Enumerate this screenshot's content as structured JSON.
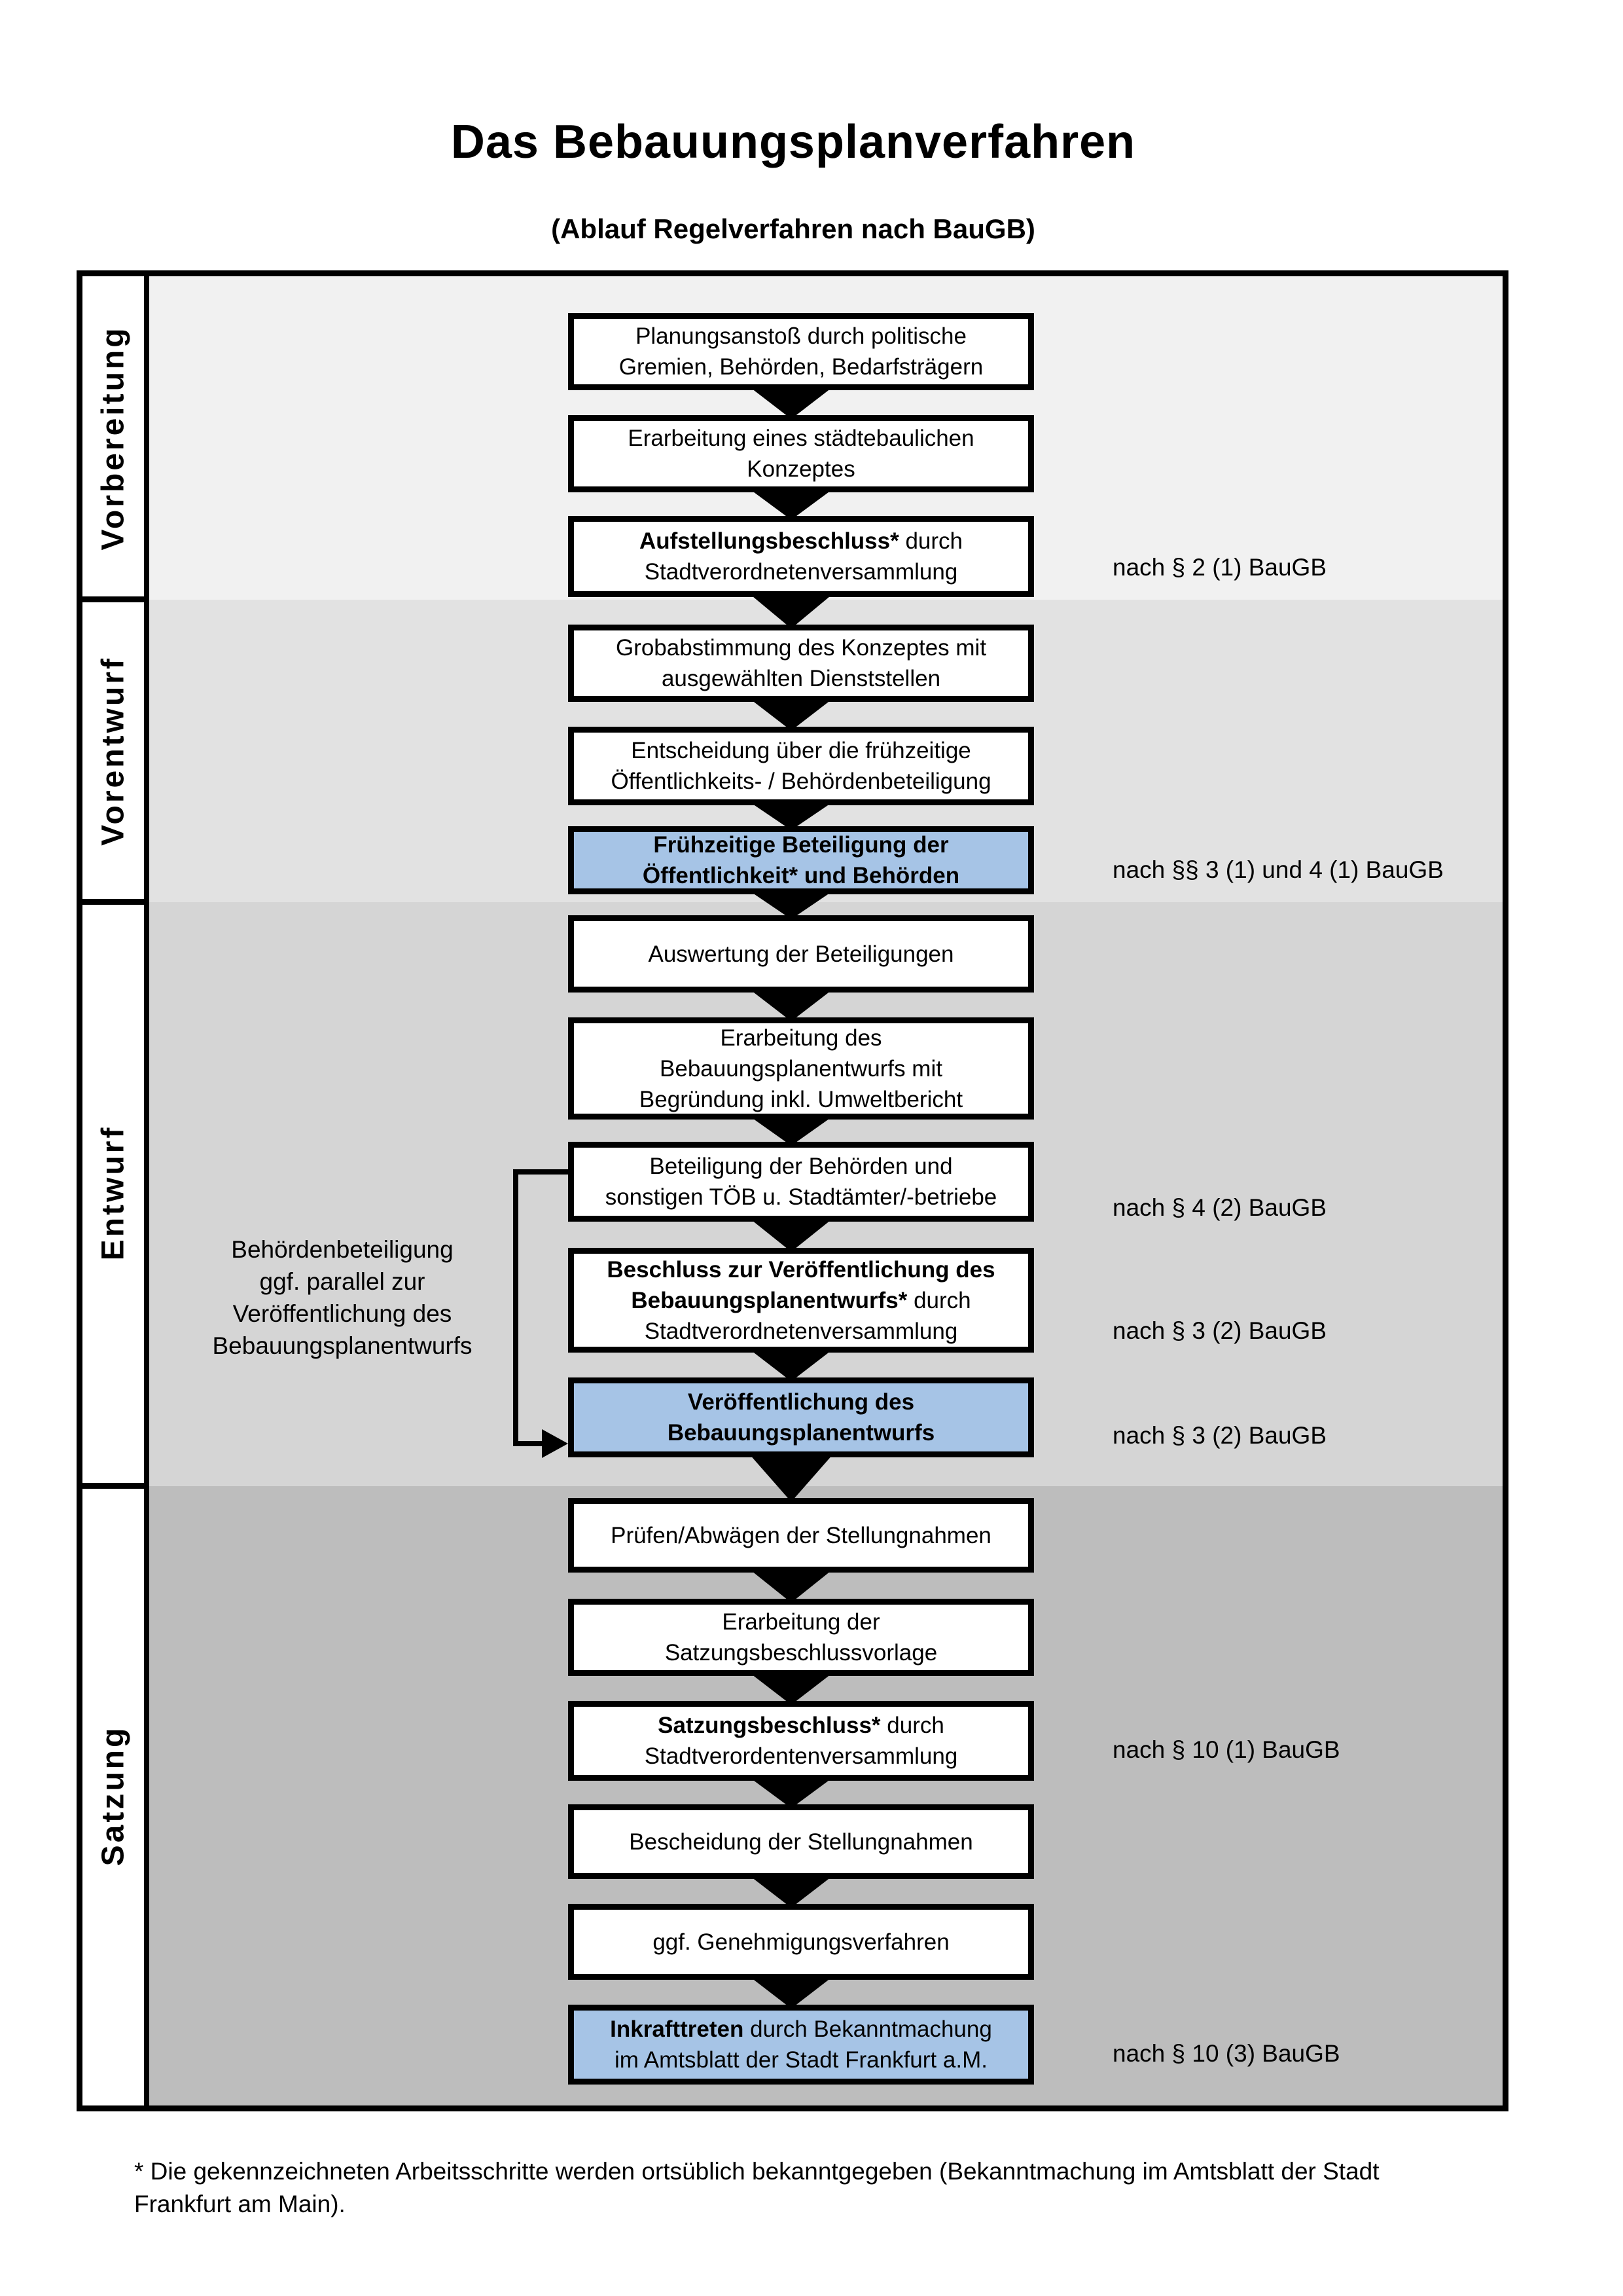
{
  "page": {
    "title": "Das Bebauungsplanverfahren",
    "subtitle": "(Ablauf Regelverfahren nach BauGB)"
  },
  "phases": [
    {
      "label": "Vorbereitung",
      "bg": "#f1f1f1"
    },
    {
      "label": "Vorentwurf",
      "bg": "#e2e2e2"
    },
    {
      "label": "Entwurf",
      "bg": "#d5d5d5"
    },
    {
      "label": "Satzung",
      "bg": "#bdbdbd"
    }
  ],
  "boxes": [
    {
      "highlight": false,
      "lines": [
        {
          "t": "Planungsanstoß durch politische"
        },
        {
          "t": "Gremien, Behörden, Bedarfsträgern"
        }
      ]
    },
    {
      "highlight": false,
      "lines": [
        {
          "t": "Erarbeitung eines städtebaulichen"
        },
        {
          "t": "Konzeptes"
        }
      ]
    },
    {
      "highlight": false,
      "lines": [
        {
          "b": "Aufstellungsbeschluss*",
          "t": " durch"
        },
        {
          "t": "Stadtverordnetenversammlung"
        }
      ]
    },
    {
      "highlight": false,
      "lines": [
        {
          "t": "Grobabstimmung des Konzeptes mit"
        },
        {
          "t": "ausgewählten Dienststellen"
        }
      ]
    },
    {
      "highlight": false,
      "lines": [
        {
          "t": "Entscheidung über die frühzeitige"
        },
        {
          "t": "Öffentlichkeits- / Behördenbeteiligung"
        }
      ]
    },
    {
      "highlight": true,
      "lines": [
        {
          "b": "Frühzeitige Beteiligung der"
        },
        {
          "b": "Öffentlichkeit* und Behörden"
        }
      ]
    },
    {
      "highlight": false,
      "lines": [
        {
          "t": "Auswertung der Beteiligungen"
        }
      ]
    },
    {
      "highlight": false,
      "lines": [
        {
          "t": "Erarbeitung des"
        },
        {
          "t": "Bebauungsplanentwurfs mit"
        },
        {
          "t": "Begründung inkl. Umweltbericht"
        }
      ]
    },
    {
      "highlight": false,
      "lines": [
        {
          "t": "Beteiligung der Behörden und"
        },
        {
          "t": "sonstigen TÖB u. Stadtämter/-betriebe"
        }
      ]
    },
    {
      "highlight": false,
      "lines": [
        {
          "b": "Beschluss zur Veröffentlichung des"
        },
        {
          "b": "Bebauungsplanentwurfs*",
          "t": " durch"
        },
        {
          "t": "Stadtverordnetenversammlung"
        }
      ]
    },
    {
      "highlight": true,
      "lines": [
        {
          "b": "Veröffentlichung des"
        },
        {
          "b": "Bebauungsplanentwurfs"
        }
      ]
    },
    {
      "highlight": false,
      "lines": [
        {
          "t": "Prüfen/Abwägen der Stellungnahmen"
        }
      ]
    },
    {
      "highlight": false,
      "lines": [
        {
          "t": "Erarbeitung der"
        },
        {
          "t": "Satzungsbeschlussvorlage"
        }
      ]
    },
    {
      "highlight": false,
      "lines": [
        {
          "b": "Satzungsbeschluss*",
          "t": " durch"
        },
        {
          "t": "Stadtverordentenversammlung"
        }
      ]
    },
    {
      "highlight": false,
      "lines": [
        {
          "t": "Bescheidung der Stellungnahmen"
        }
      ]
    },
    {
      "highlight": false,
      "lines": [
        {
          "t": "ggf. Genehmigungsverfahren"
        }
      ]
    },
    {
      "highlight": true,
      "lines": [
        {
          "b": "Inkrafttreten",
          "t": " durch Bekanntmachung"
        },
        {
          "t": "im Amtsblatt der Stadt Frankfurt a.M."
        }
      ]
    }
  ],
  "legal_refs": [
    "nach § 2 (1) BauGB",
    "nach §§ 3 (1) und 4 (1) BauGB",
    "nach § 4 (2) BauGB",
    "nach § 3 (2) BauGB",
    "nach § 3 (2) BauGB",
    "nach § 10 (1) BauGB",
    "nach § 10 (3) BauGB"
  ],
  "parallel_note": {
    "lines": [
      "Behördenbeteiligung",
      "ggf. parallel zur",
      "Veröffentlichung des",
      "Bebauungsplanentwurfs"
    ]
  },
  "footnote": {
    "line1": "* Die gekennzeichneten Arbeitsschritte werden ortsüblich bekanntgegeben (Bekanntmachung im Amtsblatt  der Stadt",
    "line2": "Frankfurt am Main)."
  },
  "colors": {
    "highlight_box": "#a6c4e6",
    "box_border": "#000000",
    "phase_bg_1": "#f1f1f1",
    "phase_bg_2": "#e2e2e2",
    "phase_bg_3": "#d5d5d5",
    "phase_bg_4": "#bdbdbd"
  }
}
